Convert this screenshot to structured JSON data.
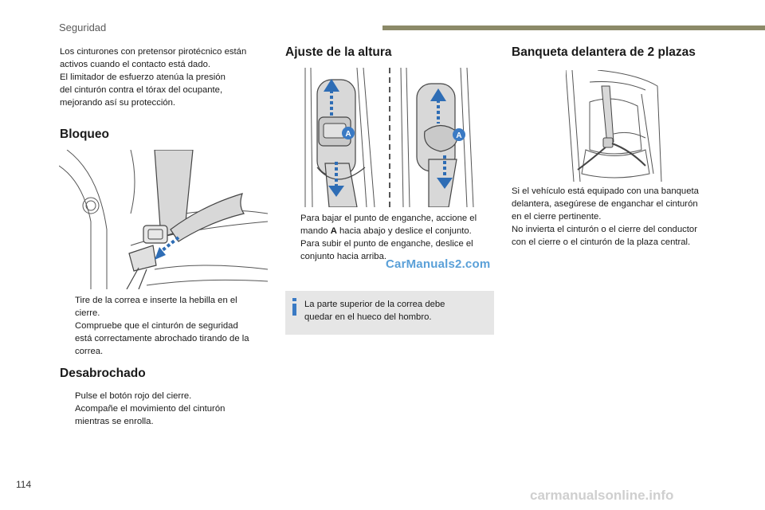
{
  "header": {
    "section": "Seguridad",
    "bar_color": "#8c8a68"
  },
  "col1": {
    "intro": [
      "Los cinturones con pretensor pirotécnico están",
      "activos cuando el contacto está dado.",
      "El limitador de esfuerzo atenúa la presión",
      "del cinturón contra el tórax del ocupante,",
      "mejorando así su protección."
    ],
    "bloqueo": {
      "title": "Bloqueo",
      "bullets": [
        [
          "Tire de la correa e inserte la hebilla en el",
          "cierre."
        ],
        [
          "Compruebe que el cinturón de seguridad",
          "está correctamente abrochado tirando de la",
          "correa."
        ]
      ]
    },
    "desabrochado": {
      "title": "Desabrochado",
      "bullets": [
        [
          "Pulse el botón rojo del cierre."
        ],
        [
          "Acompañe el movimiento del cinturón",
          "mientras se enrolla."
        ]
      ]
    }
  },
  "col2": {
    "title": "Ajuste de la altura",
    "figure_label": "A",
    "bullet1": {
      "pre": "Para bajar el punto de enganche, accione el",
      "line2_pre": "mando ",
      "line2_bold": "A",
      "line2_post": " hacia abajo y deslice el conjunto."
    },
    "bullet2": [
      "Para subir el punto de enganche, deslice el",
      "conjunto hacia arriba."
    ],
    "info": [
      "La parte superior de la correa debe",
      "quedar en el hueco del hombro."
    ]
  },
  "col3": {
    "title": "Banqueta delantera de 2 plazas",
    "body": [
      "Si el vehículo está equipado con una banqueta",
      "delantera, asegúrese de enganchar el cinturón",
      "en el cierre pertinente.",
      "No invierta el cinturón o el cierre del conductor",
      "con el cierre o el cinturón de la plaza central."
    ]
  },
  "bullet_glyph": "",
  "watermark_mid": "CarManuals2.com",
  "watermark_bottom": "carmanualsonline.info",
  "page_number": "114",
  "colors": {
    "arrow_blue": "#2e6db5",
    "label_blue": "#3a7ac4",
    "info_bg": "#e6e6e6"
  }
}
